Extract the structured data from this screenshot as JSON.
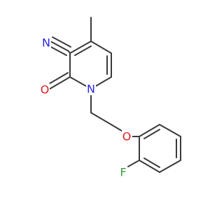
{
  "molecule": {
    "atom_labels": {
      "N_nitrile": "N",
      "N_ring": "N",
      "O_carbonyl": "O",
      "O_ether": "O",
      "F": "F"
    },
    "colors": {
      "bond": "#3a3a3a",
      "nitrogen": "#2828e0",
      "oxygen": "#e01e1e",
      "fluorine": "#3a9a3a"
    }
  }
}
